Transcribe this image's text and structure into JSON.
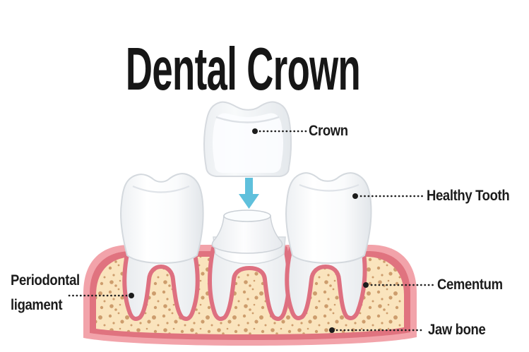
{
  "title": "Dental Crown",
  "labels": {
    "crown": "Crown",
    "healthy_tooth": "Healthy Tooth",
    "periodontal_line1": "Periodontal",
    "periodontal_line2": "ligament",
    "cementum": "Cementum",
    "jaw_bone": "Jaw bone"
  },
  "colors": {
    "background": "#ffffff",
    "title_text": "#161616",
    "label_text": "#1c1c1c",
    "leader_line": "#1f1f1f",
    "arrow_blue": "#5fc0dc",
    "gum_outer_pink": "#f2a3aa",
    "gum_inner_pink": "#e0737f",
    "bone_fill": "#fae4bd",
    "bone_speckle": "#c6915f",
    "socket_pink": "#de7080",
    "tooth_outline": "#d4d9de"
  }
}
